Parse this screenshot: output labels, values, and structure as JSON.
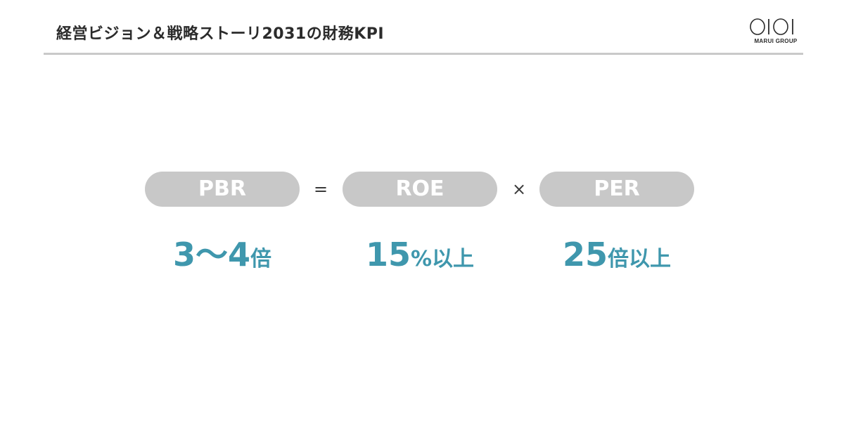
{
  "header": {
    "title": "経営ビジョン＆戦略ストーリ2031の財務KPI",
    "logo_text": "MARUI GROUP",
    "logo_mark": "OIOI"
  },
  "formula": {
    "terms": [
      {
        "label": "PBR",
        "value_main": "3〜4",
        "value_unit": "倍"
      },
      {
        "label": "ROE",
        "value_main": "15",
        "value_unit": "%以上"
      },
      {
        "label": "PER",
        "value_main": "25",
        "value_unit": "倍以上"
      }
    ],
    "operators": [
      "=",
      "×"
    ]
  },
  "colors": {
    "accent": "#3f97ad",
    "pill": "#c8c8c8",
    "rule": "#c9c9c9",
    "title": "#2b2b2b"
  }
}
